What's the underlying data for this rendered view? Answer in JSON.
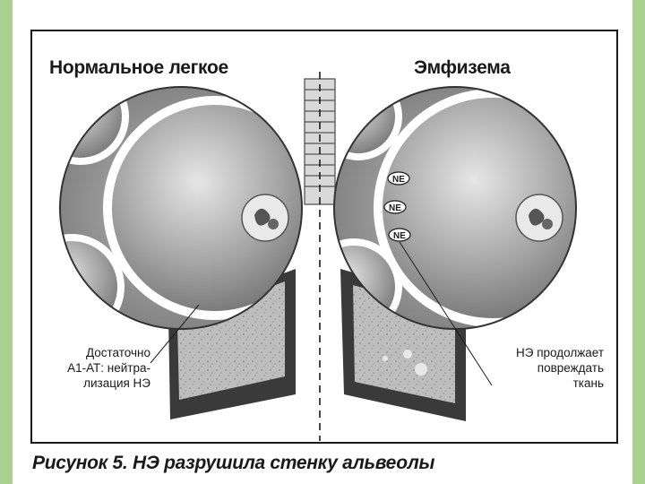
{
  "titles": {
    "normal": "Нормальное легкое",
    "emphysema": "Эмфизема"
  },
  "labels": {
    "ne_marker": "NE",
    "left_note": "Достаточно\nА1-АТ: нейтра-\nлизация НЭ",
    "right_note": "НЭ продолжает\nповреждать\nткань"
  },
  "caption": "Рисунок 5. НЭ разрушила стенку альвеолы",
  "colors": {
    "background_border": "#a9d18e",
    "alveolus_gray": "#8e8e8e",
    "tissue_dark": "#3a3a3a"
  }
}
